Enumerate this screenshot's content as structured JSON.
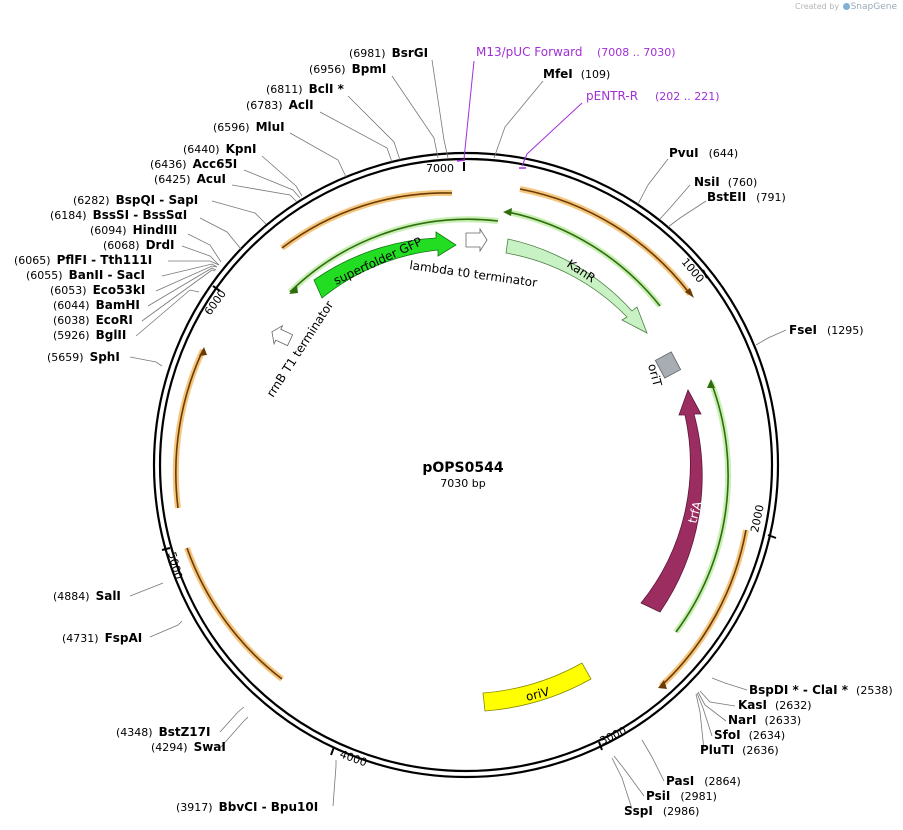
{
  "brand": {
    "created_by": "Created by",
    "app": "SnapGene"
  },
  "plasmid": {
    "name": "pOPS0544",
    "length_label": "7030 bp"
  },
  "ticks": [
    "1000",
    "2000",
    "3000",
    "4000",
    "5000",
    "6000",
    "7000"
  ],
  "primers": [
    {
      "name": "M13/pUC Forward",
      "range": "(7008 .. 7030)"
    },
    {
      "name": "pENTR-R",
      "range": "(202 .. 221)"
    }
  ],
  "sites_left": [
    {
      "pos": "(6981)",
      "name": "BsrGI"
    },
    {
      "pos": "(6956)",
      "name": "BpmI"
    },
    {
      "pos": "(6811)",
      "name": "BclI *"
    },
    {
      "pos": "(6783)",
      "name": "AclI"
    },
    {
      "pos": "(6596)",
      "name": "MluI"
    },
    {
      "pos": "(6440)",
      "name": "KpnI"
    },
    {
      "pos": "(6436)",
      "name": "Acc65I"
    },
    {
      "pos": "(6425)",
      "name": "AcuI"
    },
    {
      "pos": "(6282)",
      "name": "BspQI  - SapI"
    },
    {
      "pos": "(6184)",
      "name": "BssSI  - BssSαI"
    },
    {
      "pos": "(6094)",
      "name": "HindIII"
    },
    {
      "pos": "(6068)",
      "name": "DrdI"
    },
    {
      "pos": "(6065)",
      "name": "PflFI  - Tth111I"
    },
    {
      "pos": "(6055)",
      "name": "BanII  - SacI"
    },
    {
      "pos": "(6053)",
      "name": "Eco53kI"
    },
    {
      "pos": "(6044)",
      "name": "BamHI"
    },
    {
      "pos": "(6038)",
      "name": "EcoRI"
    },
    {
      "pos": "(5926)",
      "name": "BglII"
    },
    {
      "pos": "(5659)",
      "name": "SphI"
    },
    {
      "pos": "(4884)",
      "name": "SalI"
    },
    {
      "pos": "(4731)",
      "name": "FspAI"
    },
    {
      "pos": "(4348)",
      "name": "BstZ17I"
    },
    {
      "pos": "(4294)",
      "name": "SwaI"
    },
    {
      "pos": "(3917)",
      "name": "BbvCI  - Bpu10I"
    }
  ],
  "sites_right": [
    {
      "name": "MfeI",
      "pos": "(109)"
    },
    {
      "name": "PvuI",
      "pos": "(644)"
    },
    {
      "name": "NsiI",
      "pos": "(760)"
    },
    {
      "name": "BstEII",
      "pos": "(791)"
    },
    {
      "name": "FseI",
      "pos": "(1295)"
    },
    {
      "name": "BspDI *  - ClaI *",
      "pos": "(2538)"
    },
    {
      "name": "KasI",
      "pos": "(2632)"
    },
    {
      "name": "NarI",
      "pos": "(2633)"
    },
    {
      "name": "SfoI",
      "pos": "(2634)"
    },
    {
      "name": "PluTI",
      "pos": "(2636)"
    },
    {
      "name": "PasI",
      "pos": "(2864)"
    },
    {
      "name": "PsiI",
      "pos": "(2981)"
    },
    {
      "name": "SspI",
      "pos": "(2986)"
    }
  ],
  "features": {
    "sfgfp": "superfolder GFP",
    "lambda": "lambda t0 terminator",
    "kanr": "KanR",
    "rrnb": "rrnB T1 terminator",
    "orit": "oriT",
    "trfa": "trfA",
    "oriv": "oriV"
  },
  "colors": {
    "orange_feature": "#e8a23a",
    "green_feature": "#4c9a1c",
    "sfgfp": "#22dd22",
    "kanr": "#c9f2c4",
    "trfa": "#9b2d61",
    "oriv": "#ffff00",
    "orit": "#a7adb2",
    "primer": "#a02fd6"
  }
}
